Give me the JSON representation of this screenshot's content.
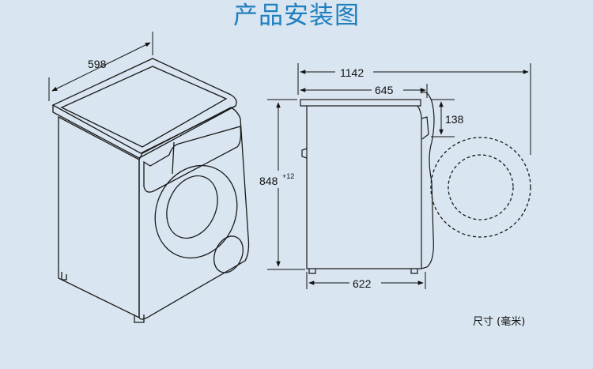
{
  "title": "产品安装图",
  "dimensions": {
    "width": "598",
    "total_depth": "1142",
    "body_depth": "645",
    "door_offset": "138",
    "height": "848",
    "height_tolerance": "+12",
    "base_depth": "622"
  },
  "unit_note": "尺寸 (毫米)",
  "colors": {
    "background": "#d9e5f0",
    "title": "#1f7fbf",
    "line": "#111111"
  }
}
